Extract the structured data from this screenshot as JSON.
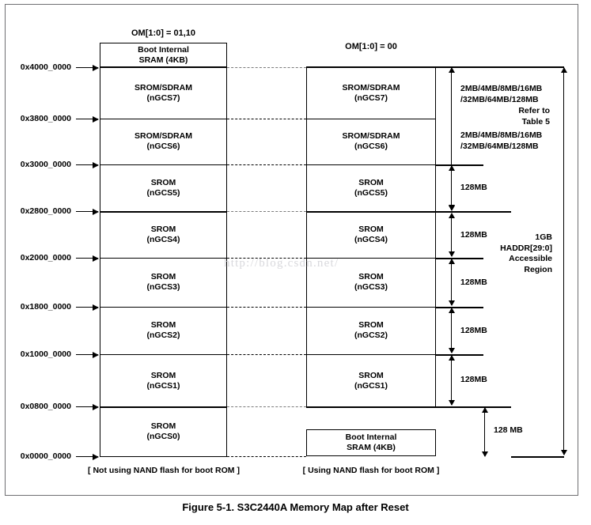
{
  "figure": {
    "caption": "Figure 5-1. S3C2440A Memory Map after Reset",
    "watermark": "http://blog.csdn.net/"
  },
  "columns": {
    "left": {
      "header": "OM[1:0] = 01,10",
      "footer": "[ Not using NAND flash for boot ROM ]",
      "blocks": [
        {
          "line1": "Boot Internal",
          "line2": "SRAM (4KB)"
        },
        {
          "line1": "SROM/SDRAM",
          "line2": "(nGCS7)"
        },
        {
          "line1": "SROM/SDRAM",
          "line2": "(nGCS6)"
        },
        {
          "line1": "SROM",
          "line2": "(nGCS5)"
        },
        {
          "line1": "SROM",
          "line2": "(nGCS4)"
        },
        {
          "line1": "SROM",
          "line2": "(nGCS3)"
        },
        {
          "line1": "SROM",
          "line2": "(nGCS2)"
        },
        {
          "line1": "SROM",
          "line2": "(nGCS1)"
        },
        {
          "line1": "SROM",
          "line2": "(nGCS0)"
        }
      ]
    },
    "right": {
      "header": "OM[1:0] = 00",
      "footer": "[ Using NAND flash for boot ROM ]",
      "blocks": [
        {
          "line1": "SROM/SDRAM",
          "line2": "(nGCS7)"
        },
        {
          "line1": "SROM/SDRAM",
          "line2": "(nGCS6)"
        },
        {
          "line1": "SROM",
          "line2": "(nGCS5)"
        },
        {
          "line1": "SROM",
          "line2": "(nGCS4)"
        },
        {
          "line1": "SROM",
          "line2": "(nGCS3)"
        },
        {
          "line1": "SROM",
          "line2": "(nGCS2)"
        },
        {
          "line1": "SROM",
          "line2": "(nGCS1)"
        },
        {
          "line1": "Boot Internal",
          "line2": "SRAM (4KB)"
        }
      ]
    }
  },
  "addresses": [
    "0x4000_0000",
    "0x3800_0000",
    "0x3000_0000",
    "0x2800_0000",
    "0x2000_0000",
    "0x1800_0000",
    "0x1000_0000",
    "0x0800_0000",
    "0x0000_0000"
  ],
  "sizes": {
    "ngcs7_line1": "2MB/4MB/8MB/16MB",
    "ngcs7_line2": "/32MB/64MB/128MB",
    "refer_line1": "Refer to",
    "refer_line2": "Table 5",
    "ngcs6_line1": "2MB/4MB/8MB/16MB",
    "ngcs6_line2": "/32MB/64MB/128MB",
    "ngcs5": "128MB",
    "ngcs4": "128MB",
    "ngcs3": "128MB",
    "ngcs2": "128MB",
    "ngcs1": "128MB",
    "ngcs0": "128 MB"
  },
  "total_region": {
    "line1": "1GB",
    "line2": "HADDR[29:0]",
    "line3": "Accessible",
    "line4": "Region"
  }
}
